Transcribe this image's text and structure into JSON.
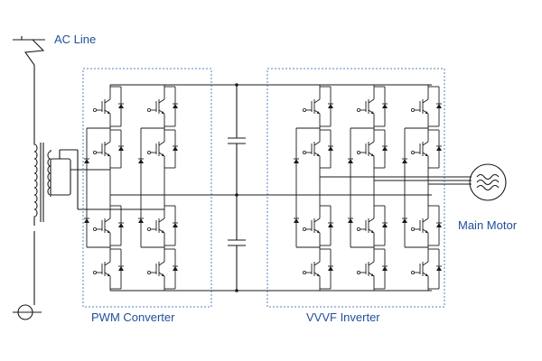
{
  "labels": {
    "ac_line": "AC Line",
    "pwm_converter": "PWM Converter",
    "vvvf_inverter": "VVVF Inverter",
    "main_motor": "Main Motor"
  },
  "colors": {
    "label": "#1f4f9c",
    "dashed_box": "#5b7fc2",
    "wire": "#1a1a1a"
  },
  "components": {
    "converter_legs": 2,
    "inverter_legs": 3,
    "igbts_per_leg": 4,
    "dc_link_capacitors": 2,
    "transformer": "step-down-transformer-icon",
    "motor": "ac-motor-icon",
    "pantograph": "pantograph-icon",
    "ground": "ground-wheel-icon"
  }
}
